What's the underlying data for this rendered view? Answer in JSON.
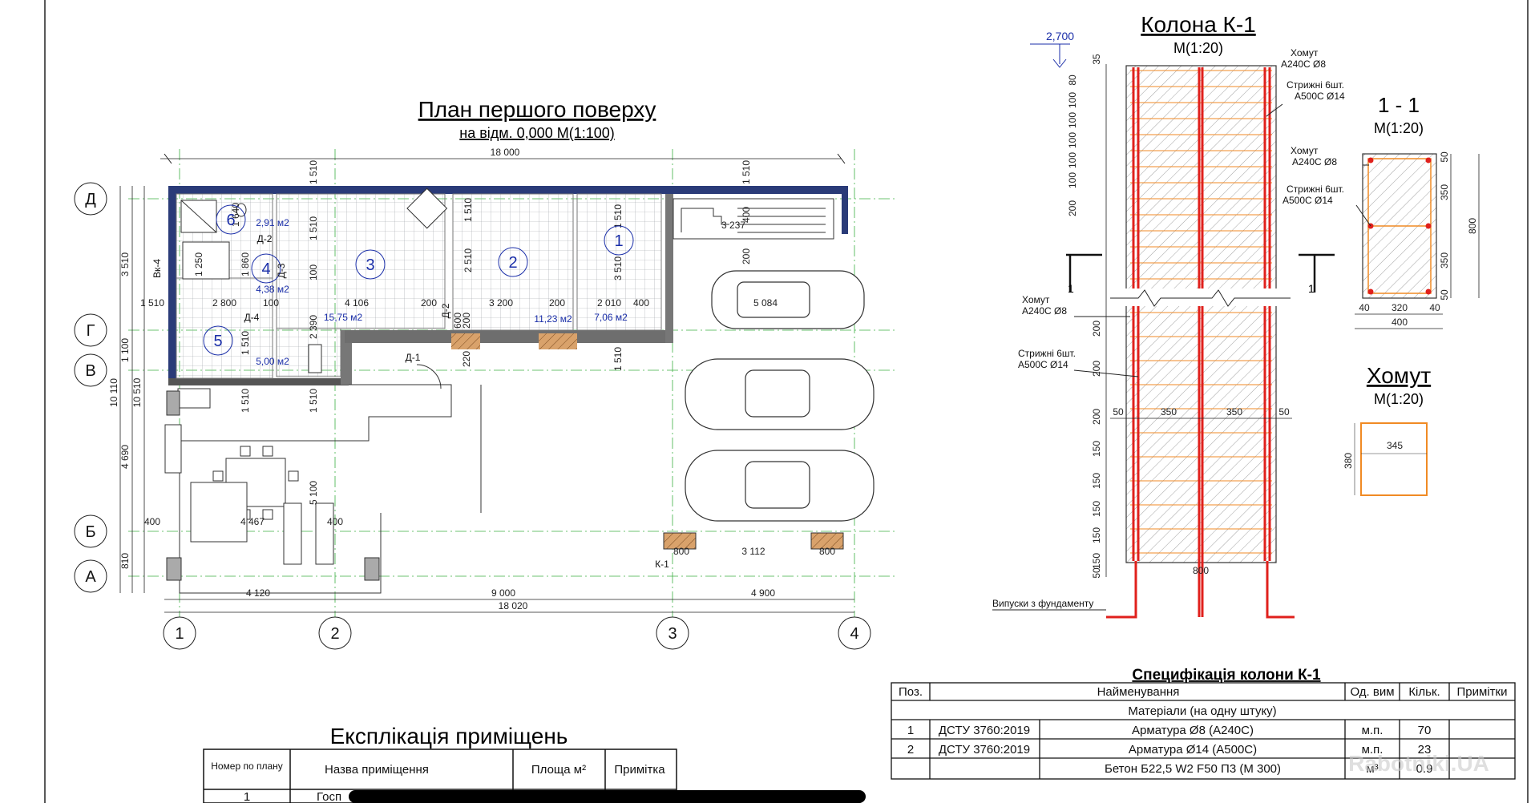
{
  "plan": {
    "title": "План першого поверху",
    "subtitle": "на відм. 0,000 М(1:100)",
    "axes_letters": [
      "Д",
      "Г",
      "В",
      "Б",
      "А"
    ],
    "axes_numbers": [
      "1",
      "2",
      "3",
      "4"
    ],
    "dims_top": [
      "18 000"
    ],
    "dims_bottom_1": [
      "4 120",
      "9 000",
      "4 900"
    ],
    "dims_bottom_total": "18 020",
    "dims_left": [
      "3 510",
      "1 100",
      "4 690",
      "810",
      "10 510",
      "10 110"
    ],
    "inner_dims": [
      "2 800",
      "100",
      "4 106",
      "200",
      "3 200",
      "200",
      "2 010",
      "400",
      "5 084",
      "3 237",
      "3 112",
      "4 467",
      "1 250",
      "1 860",
      "1 510",
      "2 390",
      "3 510",
      "2 510",
      "1 510",
      "5 100",
      "400",
      "800",
      "220",
      "600",
      "200",
      "1 640",
      "1 510",
      "200",
      "400",
      "100",
      "800",
      "800"
    ],
    "rooms": [
      {
        "num": "1",
        "area": "7,06 м2"
      },
      {
        "num": "2",
        "area": "11,23 м2"
      },
      {
        "num": "3",
        "area": "15,75 м2"
      },
      {
        "num": "4",
        "area": "4,38 м2"
      },
      {
        "num": "5",
        "area": "5,00 м2"
      },
      {
        "num": "6",
        "area": "2,91 м2"
      }
    ],
    "labels": {
      "d1": "Д-1",
      "d2": "Д-2",
      "d3": "Д-3",
      "d4": "Д-4",
      "vk": "Вк-4",
      "k1": "К-1",
      "d2b": "Д-2"
    }
  },
  "column": {
    "title": "Колона К-1",
    "scale": "М(1:20)",
    "level": "2,700",
    "khomut_top": "Хомут",
    "khomut_top_spec": "А240С  Ø8",
    "bars_top": "Стрижні 6шт.",
    "bars_top_spec": "А500С  Ø14",
    "khomut_left": "Хомут",
    "khomut_left_spec": "А240С  Ø8",
    "bars_left": "Стрижні 6шт.",
    "bars_left_spec": "А500С  Ø14",
    "vypusky": "Випуски з фундаменту",
    "section_mark": "1",
    "vert_dims": [
      "35",
      "80",
      "100",
      "100",
      "100",
      "100",
      "100",
      "200",
      "200",
      "200",
      "200",
      "150",
      "150",
      "150",
      "150",
      "150",
      "50"
    ],
    "horiz_dims": [
      "50",
      "350",
      "350",
      "50"
    ],
    "width": "800"
  },
  "section": {
    "title": "1 - 1",
    "scale": "М(1:20)",
    "khomut": "Хомут",
    "khomut_spec": "А240С  Ø8",
    "bars": "Стрижні 6шт.",
    "bars_spec": "А500С  Ø14",
    "right_dims": [
      "50",
      "350",
      "350",
      "50"
    ],
    "height": "800",
    "bottom_dims": [
      "40",
      "320",
      "40"
    ],
    "width": "400"
  },
  "khomut": {
    "title": "Хомут",
    "scale": "М(1:20)",
    "w": "345",
    "h": "380"
  },
  "spec": {
    "title": "Специфікація колони К-1",
    "headers": [
      "Поз.",
      "Найменування",
      "Од. вим",
      "Кільк.",
      "Примітки"
    ],
    "section": "Матеріали (на одну штуку)",
    "rows": [
      {
        "pos": "1",
        "std": "ДСТУ 3760:2019",
        "name": "Арматура Ø8 (А240С)",
        "unit": "м.п.",
        "qty": "70"
      },
      {
        "pos": "2",
        "std": "ДСТУ 3760:2019",
        "name": "Арматура Ø14 (А500С)",
        "unit": "м.п.",
        "qty": "23"
      },
      {
        "pos": "",
        "std": "",
        "name": "Бетон Б22,5 W2 F50 П3 (М 300)",
        "unit": "м³",
        "qty": "0.9"
      }
    ]
  },
  "expl": {
    "title": "Експлікація приміщень",
    "headers": [
      "Номер по плану",
      "Назва приміщення",
      "Площа м²",
      "Примітка"
    ],
    "row1_num": "1",
    "row1_name": "Госп"
  },
  "watermark": "Rabotniki.UA"
}
